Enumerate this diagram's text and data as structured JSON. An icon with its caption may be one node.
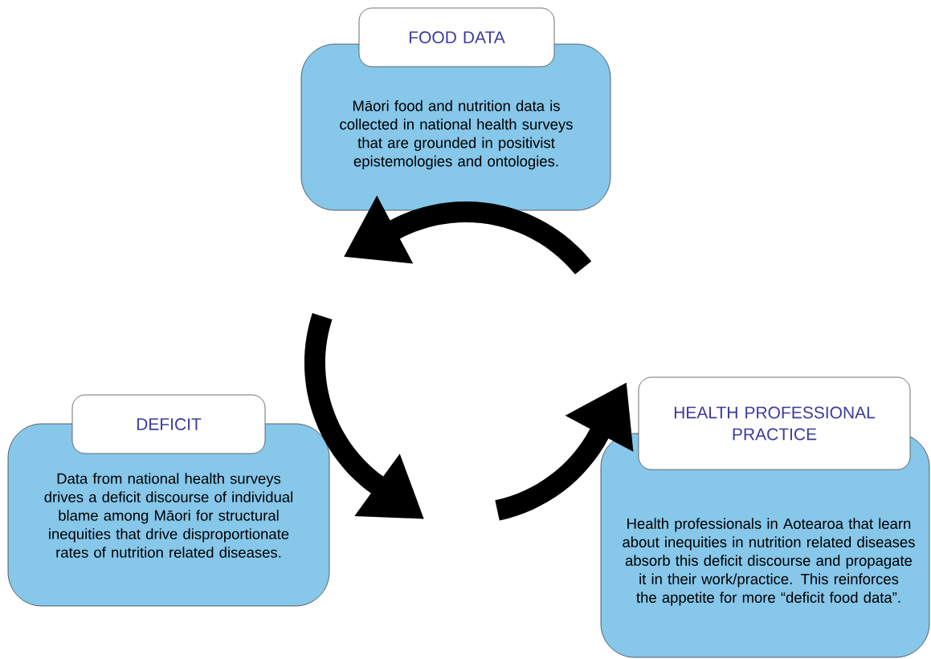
{
  "diagram": {
    "nodes": [
      {
        "text": [
          "FOOD DATA"
        ]
      },
      {
        "text": [
          "Māori food and nutrition data is collected in national health surveys that are grounded in positivist epistemologies and ontologies."
        ]
      },
      {
        "text": [
          "DEFICIT"
        ]
      },
      {
        "text": [
          "Data from national health surveys drives a deficit discourse of individual blame among Māori for structural inequities that drive disproportionate rates of nutrition related diseases."
        ]
      },
      {
        "text": [
          "HEALTH PROFESSIONAL PRACTICE"
        ]
      },
      {
        "text": [
          "Health professionals in Aotearoa that learn about inequities in nutrition related diseases absorb this deficit discourse and propagate it in their work/practice. This reinforces the appetite for more “deficit food data”."
        ]
      }
    ]
  }
}
